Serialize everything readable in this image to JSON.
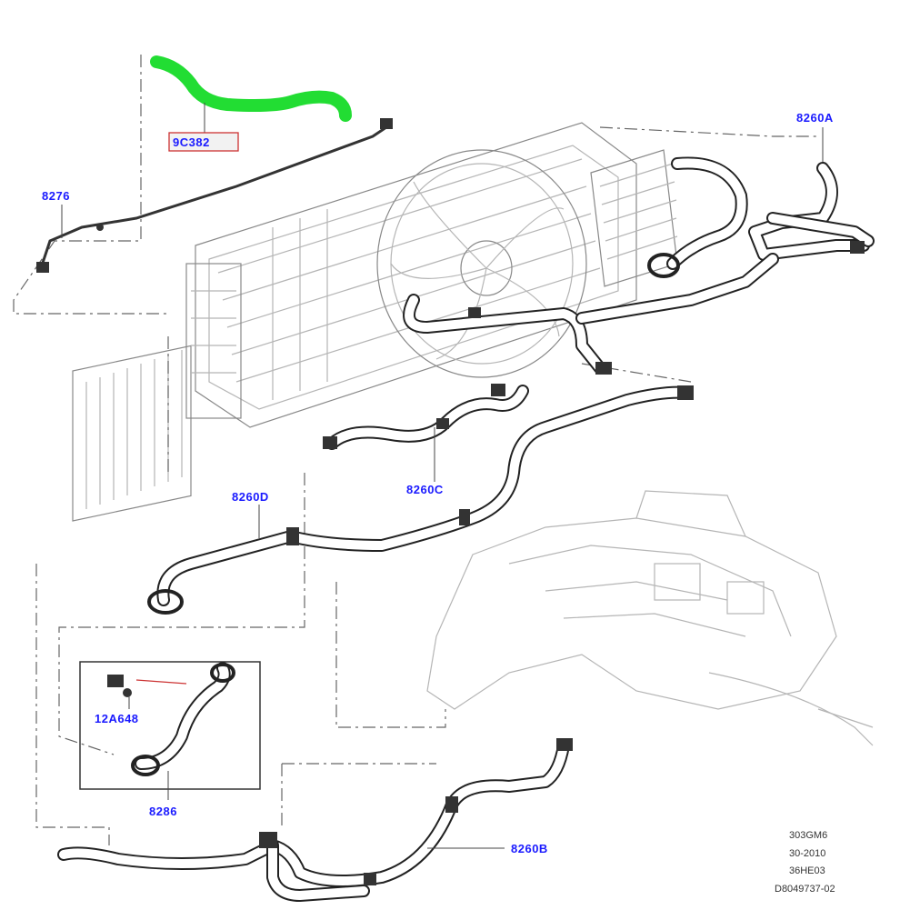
{
  "parts": {
    "p9C382": "9C382",
    "p8276": "8276",
    "p8260A": "8260A",
    "p8260D": "8260D",
    "p8260C": "8260C",
    "p12A648": "12A648",
    "p8286": "8286",
    "p8260B": "8260B"
  },
  "reference_codes": [
    "303GM6",
    "30-2010",
    "36HE03",
    "D8049737-02"
  ],
  "colors": {
    "highlight": "#22dd33",
    "callout_text": "#1a1aff",
    "selected_box": "#cc3333"
  }
}
